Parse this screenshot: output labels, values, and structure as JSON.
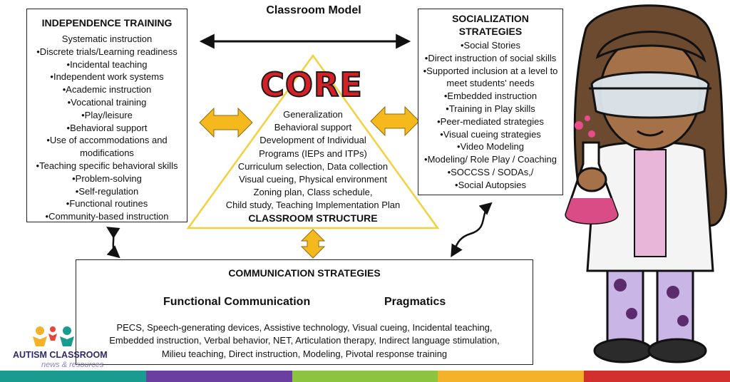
{
  "title": "Classroom Model",
  "independence": {
    "title": "INDEPENDENCE TRAINING",
    "items": [
      "Systematic instruction",
      "•Discrete trials/Learning readiness",
      "•Incidental teaching",
      "•Independent work systems",
      "•Academic instruction",
      "•Vocational training",
      "•Play/leisure",
      "•Behavioral support",
      "•Use of accommodations and\nmodifications",
      "•Teaching specific behavioral skills",
      "•Problem-solving",
      "•Self-regulation",
      "•Functional routines",
      "•Community-based instruction"
    ]
  },
  "socialization": {
    "title": "SOCIALIZATION\nSTRATEGIES",
    "items": [
      "•Social Stories",
      "•Direct instruction of social skills",
      "•Supported inclusion at a level to\nmeet students' needs",
      "•Embedded instruction",
      "•Training in Play skills",
      "•Peer-mediated strategies",
      "•Visual cueing strategies",
      "•Video Modeling",
      "•Modeling/ Role Play / Coaching",
      "•SOCCSS / SODAs,/",
      "•Social Autopsies"
    ]
  },
  "core": {
    "word": "CORE",
    "items": [
      "Generalization",
      "Behavioral support",
      "Development of Individual\nPrograms (IEPs and ITPs)",
      "Curriculum selection, Data collection",
      "Visual cueing, Physical environment",
      "Zoning plan, Class schedule,",
      "Child study, Teaching Implementation Plan"
    ],
    "structure_label": "CLASSROOM STRUCTURE"
  },
  "communication": {
    "title": "COMMUNICATION STRATEGIES",
    "functional": "Functional Communication",
    "pragmatics": "Pragmatics",
    "lines": [
      "PECS, Speech-generating devices, Assistive technology, Visual cueing, Incidental teaching,",
      "Embedded instruction, Verbal behavior, NET, Articulation therapy, Indirect language stimulation,",
      "Milieu teaching, Direct instruction, Modeling, Pivotal response training"
    ]
  },
  "logo": {
    "title": "AUTISM CLASSROOM",
    "subtitle": "news & resources"
  },
  "colors": {
    "core_red": "#d42128",
    "arrow_yellow": "#f6b91d",
    "triangle_outline": "#f3d03e",
    "stripe": [
      "#1a9b8f",
      "#6b3fa0",
      "#8cc43f",
      "#f4b12a",
      "#d22f2f"
    ]
  },
  "illustration": {
    "icon": "scientist-girl-with-flask-icon"
  }
}
